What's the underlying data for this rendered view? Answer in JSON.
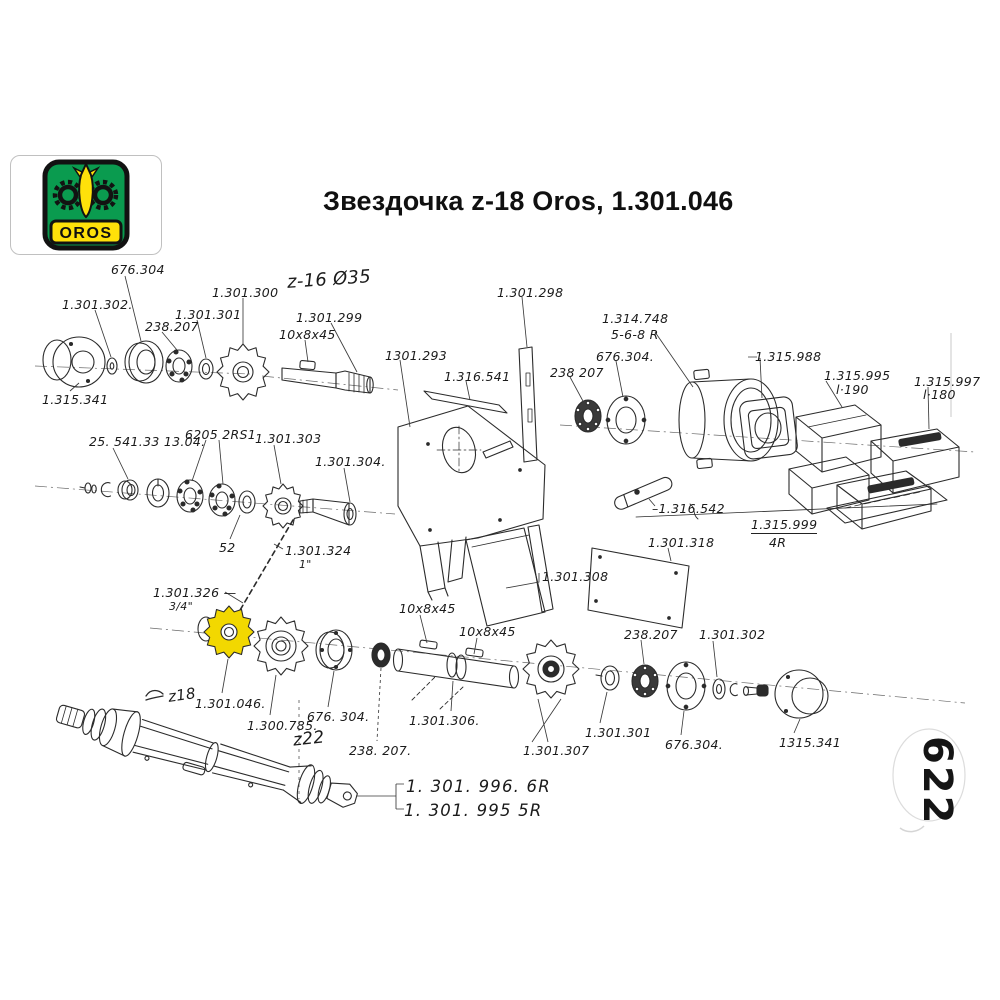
{
  "header": {
    "title": "Звездочка z-18 Oros,  1.301.046",
    "logo_text": "OROS"
  },
  "page_number": "622",
  "colors": {
    "highlight_yellow": "#F2D800",
    "logo_green": "#0A9B4F",
    "logo_yellow": "#FFE10A",
    "ink": "#2B2B2B"
  },
  "highlighted_part": {
    "code": "1.301.046",
    "teeth": "z-18"
  },
  "labels": [
    "676.304",
    "1.301.302.",
    "1.301.301",
    "238.207",
    "1.301.300",
    "z-16 Ø35",
    "1.301.299",
    "10x8x45",
    "1.315.341",
    "1.301.298",
    "1301.293",
    "1.316.541",
    "238 207",
    "1.314.748",
    "5-6-8 R",
    "676.304.",
    "1.315.988",
    "1.315.995",
    "l·190",
    "1.315.997",
    "l·180",
    "25. 541.33 13.04.",
    "6205 2RS1",
    "1.301.303",
    "1.301.304.",
    "52",
    "1.301.324",
    "1\"",
    "–1.316.542",
    "1.315.999",
    "4R",
    "1.301.318",
    "1.301.308",
    "1.301.326 —",
    "3/4\"",
    "z18",
    "1.301.046.",
    "10x8x45",
    "10x8x45",
    "1.301.306.",
    "238. 207.",
    "676. 304.",
    "1.300.785.",
    "z22",
    "1.301.307",
    "238.207",
    "1.301.302",
    "1.301.301",
    "676.304.",
    "1315.341",
    "1. 301. 996.  6R",
    "1. 301. 995   5R"
  ]
}
